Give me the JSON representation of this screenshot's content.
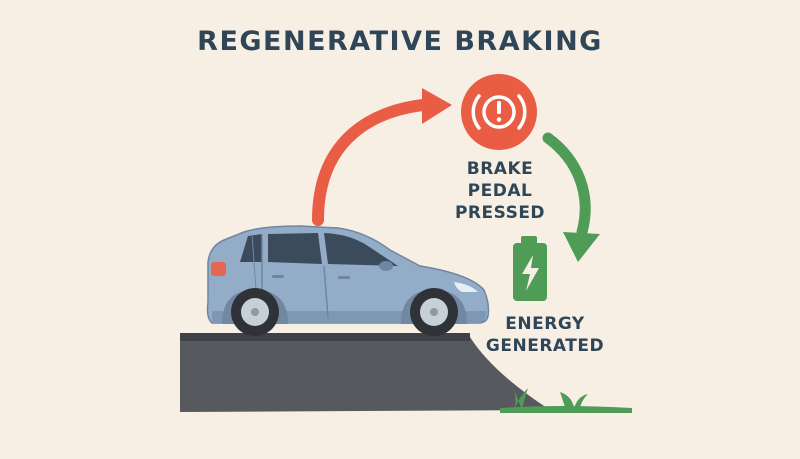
{
  "title": "REGENERATIVE BRAKING",
  "labels": {
    "brake": [
      "BRAKE",
      "PEDAL",
      "PRESSED"
    ],
    "energy": [
      "ENERGY",
      "GENERATED"
    ]
  },
  "icons": {
    "brake_warning": "brake-warning-icon",
    "battery": "battery-charging-icon"
  },
  "colors": {
    "background": "#f8efe4",
    "title_text": "#2f4658",
    "red_arrow": "#e85d43",
    "green_arrow": "#4e9c55",
    "brake_circle": "#e85d43",
    "battery": "#4e9c55",
    "car_body": "#93acc8",
    "road": "#55595e"
  }
}
